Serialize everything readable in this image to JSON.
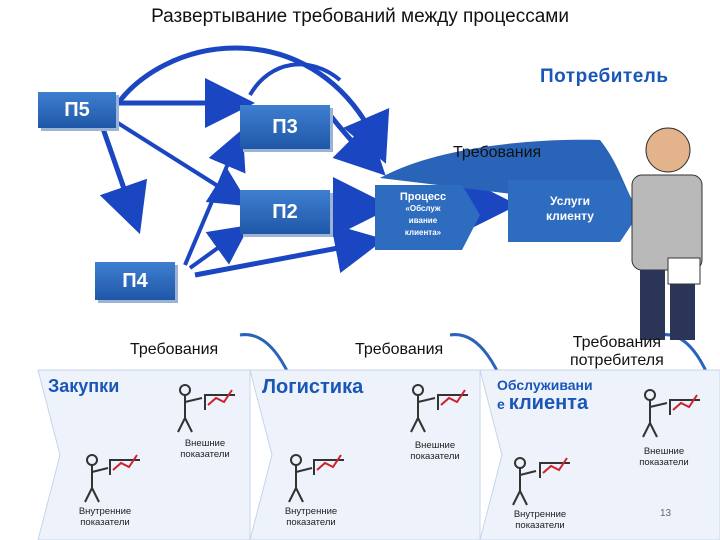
{
  "title": "Развертывание требований между процессами",
  "consumer_label": "Потребитель",
  "processes": {
    "p5": "П5",
    "p3": "П3",
    "p2": "П2",
    "p4": "П4"
  },
  "requirements_label": "Требования",
  "middle_box": {
    "line1": "Процесс",
    "line2": "«Обслуж",
    "line3": "ивание",
    "line4": "клиента»"
  },
  "client_services": {
    "line1": "Услуги",
    "line2": "клиенту"
  },
  "bottom_tags": {
    "req1": "Требования",
    "req2": "Требования",
    "req3_line1": "Требования",
    "req3_line2": "потребителя"
  },
  "stages": {
    "purchasing": "Закупки",
    "logistics": "Логистика",
    "service_line1": "Обслуживани",
    "service_line2": "е",
    "service_line3": "клиента"
  },
  "indicators": {
    "external_line1": "Внешние",
    "external_line2": "показатели",
    "internal_line1": "Внутренние",
    "internal_line2": "показатели"
  },
  "page_number": "13",
  "colors": {
    "arrow": "#1b46c2",
    "box": "#2e6cc0",
    "banner": "#2a64b8",
    "text_blue": "#1a56b8"
  }
}
